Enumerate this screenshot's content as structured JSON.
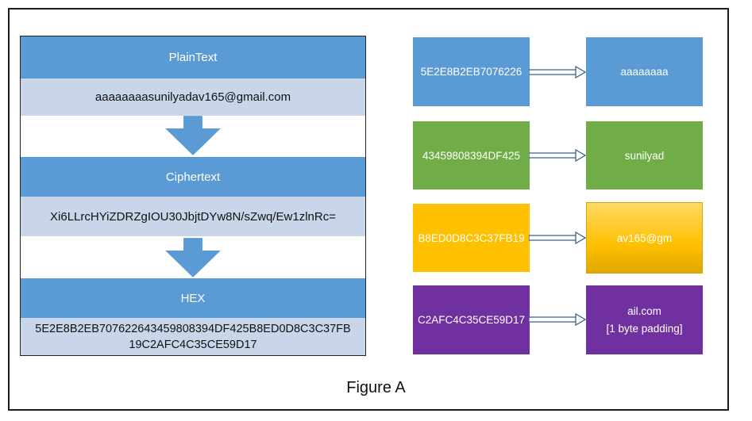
{
  "left": {
    "plaintext_header": "PlainText",
    "plaintext_value": "aaaaaaaasunilyadav165@gmail.com",
    "ciphertext_header": "Ciphertext",
    "ciphertext_value": "Xi6LLrcHYiZDRZgIOU30JbjtDYw8N/sZwq/Ew1zlnRc=",
    "hex_header": "HEX",
    "hex_value_line1": "5E2E8B2EB707622643459808394DF425B8ED0D8C3C37FB",
    "hex_value_line2": "19C2AFC4C35CE59D17"
  },
  "rows": [
    {
      "hex": "5E2E8B2EB7076226",
      "text": "aaaaaaaa",
      "text2": "",
      "color_left": "#5b9bd5",
      "color_right": "#5b9bd5"
    },
    {
      "hex": "43459808394DF425",
      "text": "sunilyad",
      "text2": "",
      "color_left": "#70ad47",
      "color_right": "#70ad47"
    },
    {
      "hex": "B8ED0D8C3C37FB19",
      "text": "av165@gm",
      "text2": "",
      "color_left": "#ffc000",
      "color_right": "#ffc000"
    },
    {
      "hex": "C2AFC4C35CE59D17",
      "text": "ail.com",
      "text2": "[1 byte padding]",
      "color_left": "#7030a0",
      "color_right": "#7030a0"
    }
  ],
  "caption": "Figure A",
  "colors": {
    "header_blue": "#5b9bd5",
    "value_bg": "#c9d6ea",
    "arrow": "#5b9bd5"
  }
}
